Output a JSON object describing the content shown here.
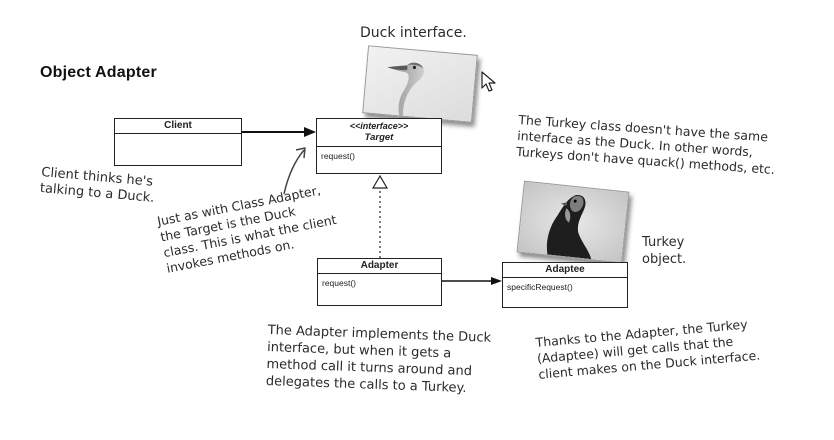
{
  "title": "Object Adapter",
  "notes": {
    "duck_interface": "Duck interface.",
    "turkey_object": [
      "Turkey",
      "object."
    ],
    "client_thinks": [
      "Client thinks he's",
      "talking to a Duck."
    ],
    "target_note": [
      "Just as with Class Adapter,",
      "the Target is the Duck",
      "class. This is what the client",
      "invokes methods on."
    ],
    "turkey_class_note": [
      "The Turkey class doesn't have the same",
      "interface as the Duck. In other words,",
      "Turkeys don't have quack() methods, etc."
    ],
    "adapter_note": [
      "The Adapter implements the Duck",
      "interface, but when it gets a",
      "method call it turns around and",
      "delegates the calls to a Turkey."
    ],
    "adaptee_note": [
      "Thanks to the Adapter, the Turkey",
      "(Adaptee) will get calls that the",
      "client makes on the Duck interface."
    ]
  },
  "classes": {
    "client": {
      "name": "Client"
    },
    "target": {
      "stereotype": "<<interface>>",
      "name": "Target",
      "method": "request()"
    },
    "adapter": {
      "name": "Adapter",
      "method": "request()"
    },
    "adaptee": {
      "name": "Adaptee",
      "method": "specificRequest()"
    }
  },
  "icons": {
    "duck": "duck-photo",
    "turkey": "turkey-photo",
    "cursor": "mouse-cursor-icon"
  }
}
